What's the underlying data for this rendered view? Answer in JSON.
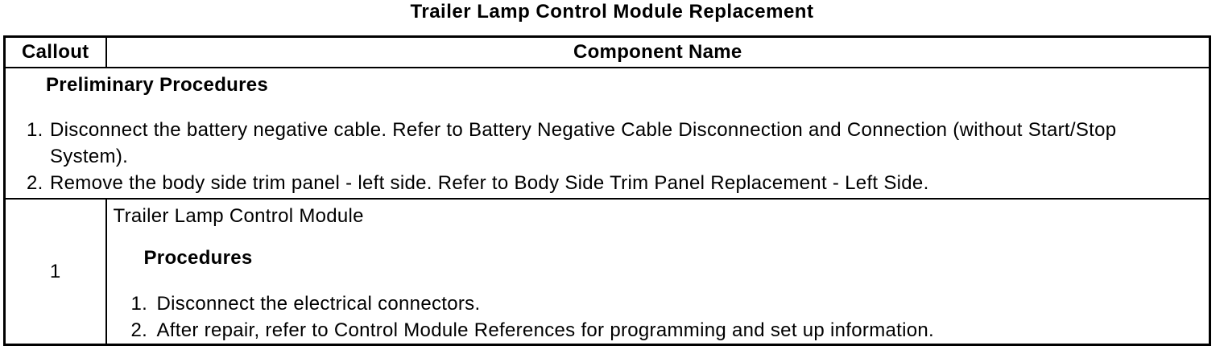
{
  "title": "Trailer Lamp Control Module Replacement",
  "table": {
    "headers": {
      "callout": "Callout",
      "component": "Component Name"
    },
    "preliminary": {
      "heading": "Preliminary Procedures",
      "steps": [
        {
          "number": "1.",
          "text": "Disconnect the battery negative cable. Refer to Battery Negative Cable Disconnection and Connection (without Start/Stop System)."
        },
        {
          "number": "2.",
          "text": "Remove the body side trim panel - left side. Refer to Body Side Trim Panel Replacement - Left Side."
        }
      ]
    },
    "rows": [
      {
        "callout": "1",
        "component": "Trailer Lamp Control Module",
        "procedures_heading": "Procedures",
        "steps": [
          {
            "number": "1.",
            "text": "Disconnect the electrical connectors."
          },
          {
            "number": "2.",
            "text": "After repair, refer to Control Module References for programming and set up information."
          }
        ]
      }
    ]
  },
  "colors": {
    "text": "#000000",
    "background": "#ffffff",
    "border": "#000000"
  }
}
